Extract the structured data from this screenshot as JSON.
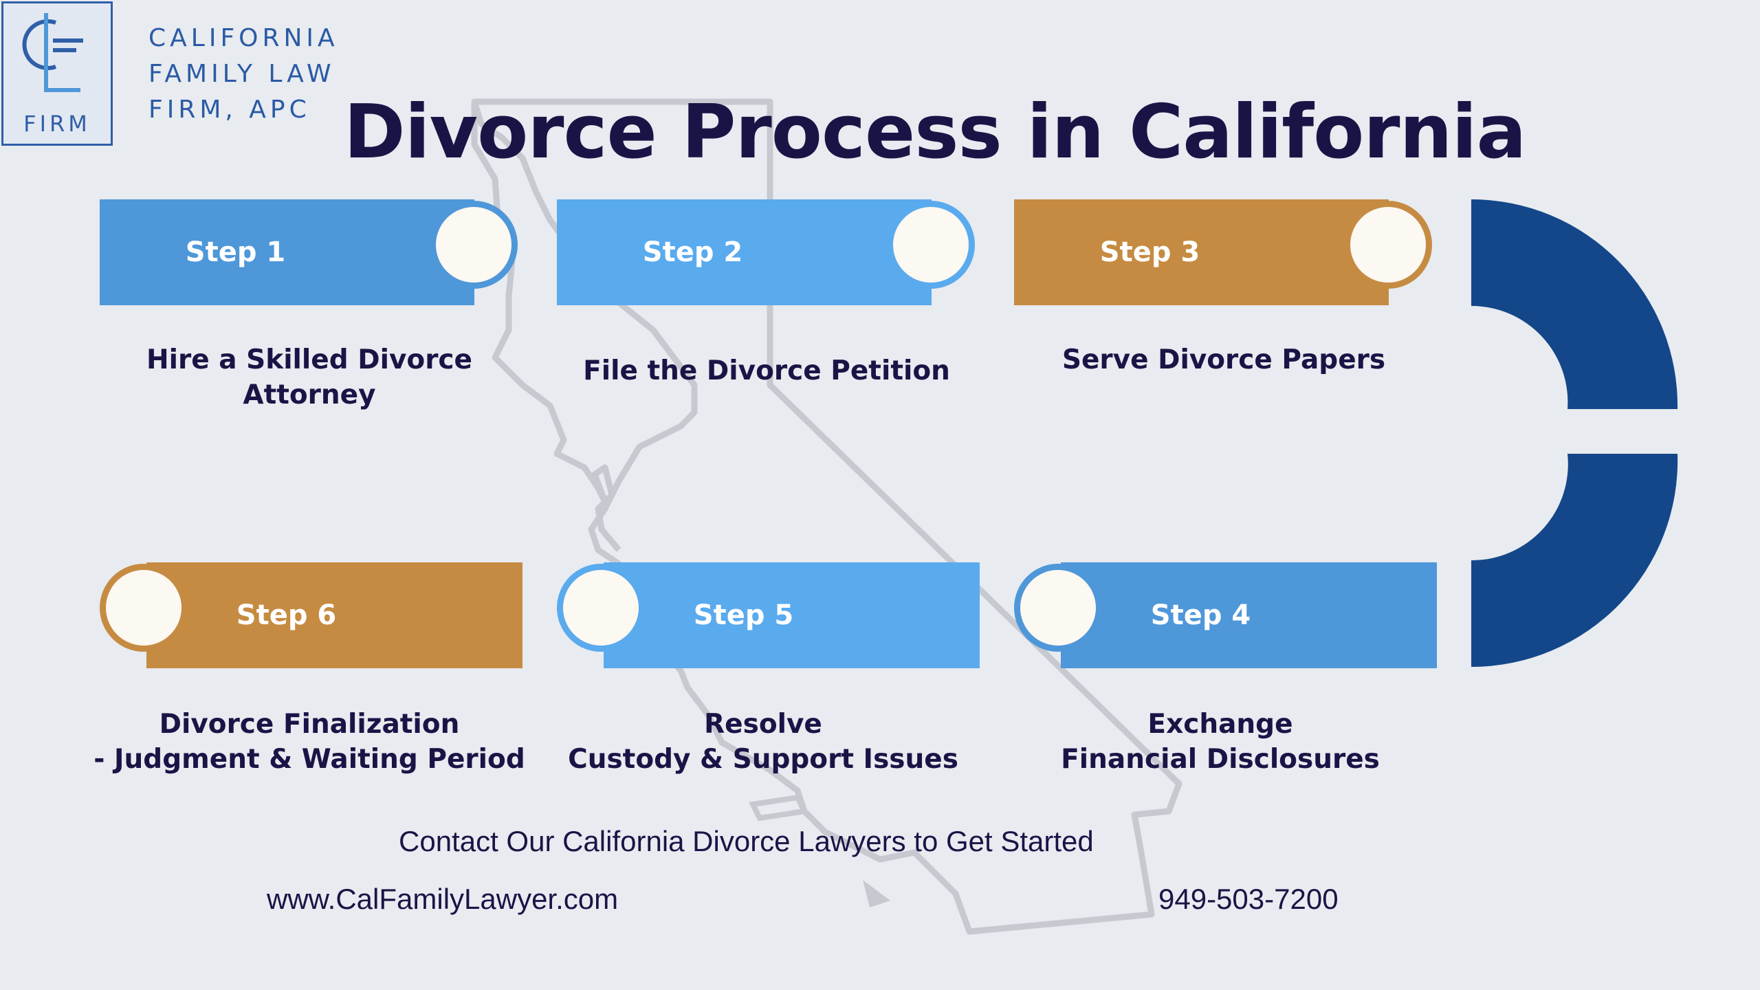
{
  "brand": {
    "logo_letters": "CFL",
    "logo_sub": "FIRM",
    "name_lines": [
      "CALIFORNIA",
      "FAMILY LAW",
      "FIRM, APC"
    ]
  },
  "title": "Divorce Process in California",
  "steps": [
    {
      "label": "Step 1",
      "description_lines": [
        "Hire a Skilled Divorce",
        "Attorney"
      ],
      "color": "#4e97d9"
    },
    {
      "label": "Step 2",
      "description_lines": [
        "File the Divorce Petition"
      ],
      "color": "#5aaaee"
    },
    {
      "label": "Step 3",
      "description_lines": [
        "Serve Divorce Papers"
      ],
      "color": "#c68b42"
    },
    {
      "label": "Step 4",
      "description_lines": [
        "Exchange",
        "Financial Disclosures"
      ],
      "color": "#4e97d9"
    },
    {
      "label": "Step 5",
      "description_lines": [
        "Resolve",
        "Custody & Support Issues"
      ],
      "color": "#5aaaee"
    },
    {
      "label": "Step 6",
      "description_lines": [
        "Divorce Finalization",
        "- Judgment & Waiting Period"
      ],
      "color": "#c68b42"
    }
  ],
  "contact": {
    "heading": "Contact Our California Divorce Lawyers to Get Started",
    "website": "www.CalFamilyLawyer.com",
    "phone": "949-503-7200"
  },
  "colors": {
    "background": "#e8ebf0",
    "title_text": "#1a1446",
    "connector_arc": "#13478a",
    "map_outline": "#c6c9cf",
    "brand_blue": "#2f5fa8"
  }
}
